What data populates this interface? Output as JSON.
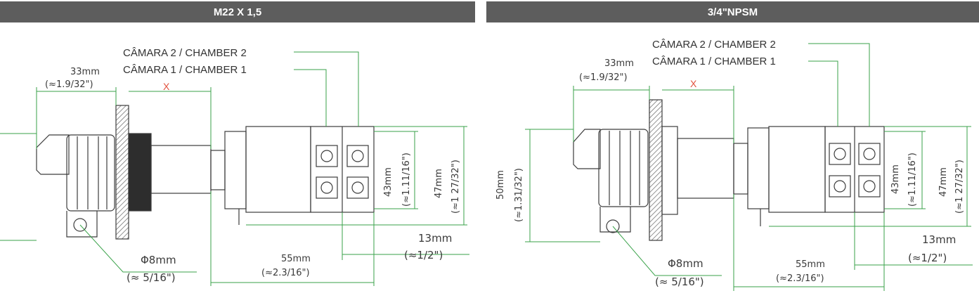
{
  "panels": [
    {
      "header": "M22 X 1,5",
      "chamber2": "CÂMARA 2 / CHAMBER 2",
      "chamber1": "CÂMARA 1 / CHAMBER 1",
      "dim_33": "33mm",
      "dim_33_in": "(≈1.9/32\")",
      "dim_x": "X",
      "dim_43": "43mm",
      "dim_43_in": "(≈1.11/16\")",
      "dim_47": "47mm",
      "dim_47_in": "(≈1 27/32\")",
      "dim_13": "13mm",
      "dim_13_in": "(≈1/2\")",
      "dim_55": "55mm",
      "dim_55_in": "(≈2.3/16\")",
      "dim_8": "Φ8mm",
      "dim_8_in": "(≈ 5/16\")"
    },
    {
      "header": "3/4\"NPSM",
      "chamber2": "CÂMARA 2 / CHAMBER 2",
      "chamber1": "CÂMARA 1 / CHAMBER 1",
      "dim_33": "33mm",
      "dim_33_in": "(≈1.9/32\")",
      "dim_x": "X",
      "dim_50": "50mm",
      "dim_50_in": "(≈1.31/32\")",
      "dim_43": "43mm",
      "dim_43_in": "(≈1.11/16\")",
      "dim_47": "47mm",
      "dim_47_in": "(≈1 27/32\")",
      "dim_13": "13mm",
      "dim_13_in": "(≈1/2\")",
      "dim_55": "55mm",
      "dim_55_in": "(≈2.3/16\")",
      "dim_8": "Φ8mm",
      "dim_8_in": "(≈ 5/16\")"
    }
  ],
  "colors": {
    "header_bg": "#5d5d5d",
    "dim_line": "#3aa24a",
    "outline": "#3c3c3c",
    "x_mark": "#e2523f"
  }
}
